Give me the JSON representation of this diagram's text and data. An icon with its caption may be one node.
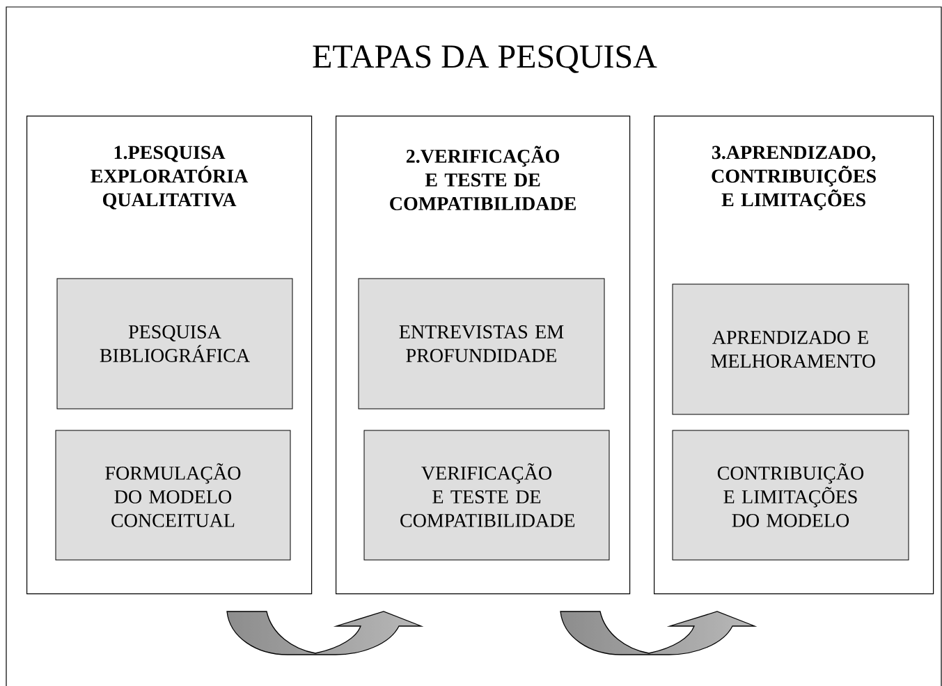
{
  "diagram": {
    "title": "ETAPAS DA PESQUISA",
    "nodes": [
      {
        "text": [
          "1.PESQUISA EXPLORATÓRIA QUALITATIVA"
        ]
      },
      {
        "text": [
          "PESQUISA BIBLIOGRÁFICA"
        ],
        "in": 0
      },
      {
        "text": [
          "FORMULAÇÃO DO MODELO CONCEITUAL"
        ],
        "in": 0
      },
      {
        "text": [
          "2.VERIFICAÇÃO E TESTE DE COMPATIBILIDADE"
        ]
      },
      {
        "text": [
          "ENTREVISTAS EM PROFUNDIDADE"
        ],
        "in": 3
      },
      {
        "text": [
          "VERIFICAÇÃO E TESTE DE COMPATIBILIDADE"
        ],
        "in": 3
      },
      {
        "text": [
          "3.APRENDIZADO, CONTRIBUIÇÕES E LIMITAÇÕES"
        ]
      },
      {
        "text": [
          "APRENDIZADO E MELHORAMENTO"
        ],
        "in": 6
      },
      {
        "text": [
          "CONTRIBUIÇÃO E LIMITAÇÕES DO MODELO"
        ],
        "in": 6
      }
    ]
  }
}
